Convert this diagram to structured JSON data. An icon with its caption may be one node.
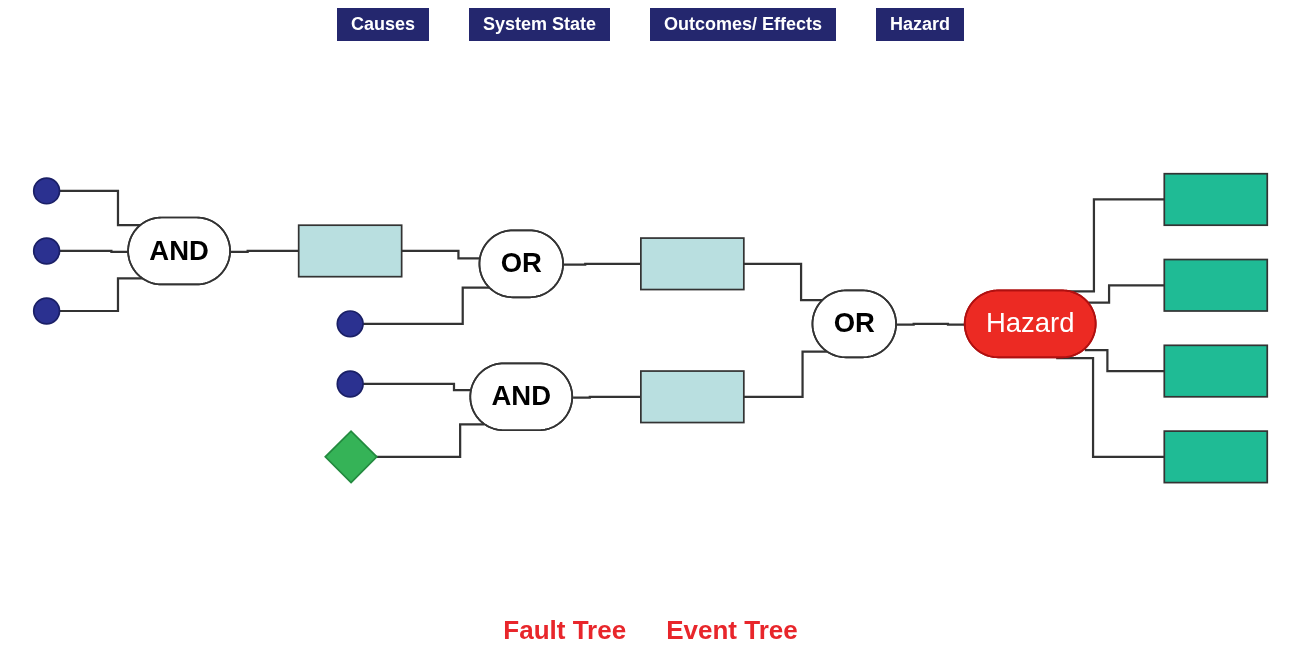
{
  "diagram": {
    "nodes": [
      {
        "text": [],
        "shape": "circle"
      },
      {
        "text": [],
        "shape": "circle"
      },
      {
        "text": [],
        "shape": "circle"
      },
      {
        "text": [
          "AND"
        ]
      },
      {
        "text": [],
        "shape": "box"
      },
      {
        "text": [],
        "shape": "circle"
      },
      {
        "text": [
          "OR"
        ]
      },
      {
        "text": [],
        "shape": "box"
      },
      {
        "text": [],
        "shape": "circle"
      },
      {
        "text": [],
        "shape": "diamond"
      },
      {
        "text": [
          "AND"
        ]
      },
      {
        "text": [],
        "shape": "box"
      },
      {
        "text": [
          "OR"
        ]
      },
      {
        "text": [
          "Hazard"
        ]
      },
      {
        "text": [],
        "shape": "box"
      },
      {
        "text": [],
        "shape": "box"
      },
      {
        "text": [],
        "shape": "box"
      },
      {
        "text": [],
        "shape": "box"
      }
    ],
    "edges": [
      {
        "from": 0,
        "to": 3,
        "arrow": "none"
      },
      {
        "from": 1,
        "to": 3,
        "arrow": "none"
      },
      {
        "from": 2,
        "to": 3,
        "arrow": "none"
      },
      {
        "from": 3,
        "to": 4,
        "arrow": "none"
      },
      {
        "from": 4,
        "to": 6,
        "arrow": "none"
      },
      {
        "from": 5,
        "to": 6,
        "arrow": "none"
      },
      {
        "from": 6,
        "to": 7,
        "arrow": "none"
      },
      {
        "from": 8,
        "to": 10,
        "arrow": "none"
      },
      {
        "from": 9,
        "to": 10,
        "arrow": "none"
      },
      {
        "from": 10,
        "to": 11,
        "arrow": "none"
      },
      {
        "from": 7,
        "to": 12,
        "arrow": "none"
      },
      {
        "from": 11,
        "to": 12,
        "arrow": "none"
      },
      {
        "from": 12,
        "to": 13,
        "arrow": "none"
      },
      {
        "from": 13,
        "to": 14,
        "arrow": "none"
      },
      {
        "from": 13,
        "to": 15,
        "arrow": "none"
      },
      {
        "from": 13,
        "to": 16,
        "arrow": "none"
      },
      {
        "from": 13,
        "to": 17,
        "arrow": "none"
      }
    ],
    "labels": [
      "Causes",
      "System State",
      "Outcomes/ Effects",
      "Hazard",
      "Fault Tree",
      "Event Tree"
    ]
  }
}
